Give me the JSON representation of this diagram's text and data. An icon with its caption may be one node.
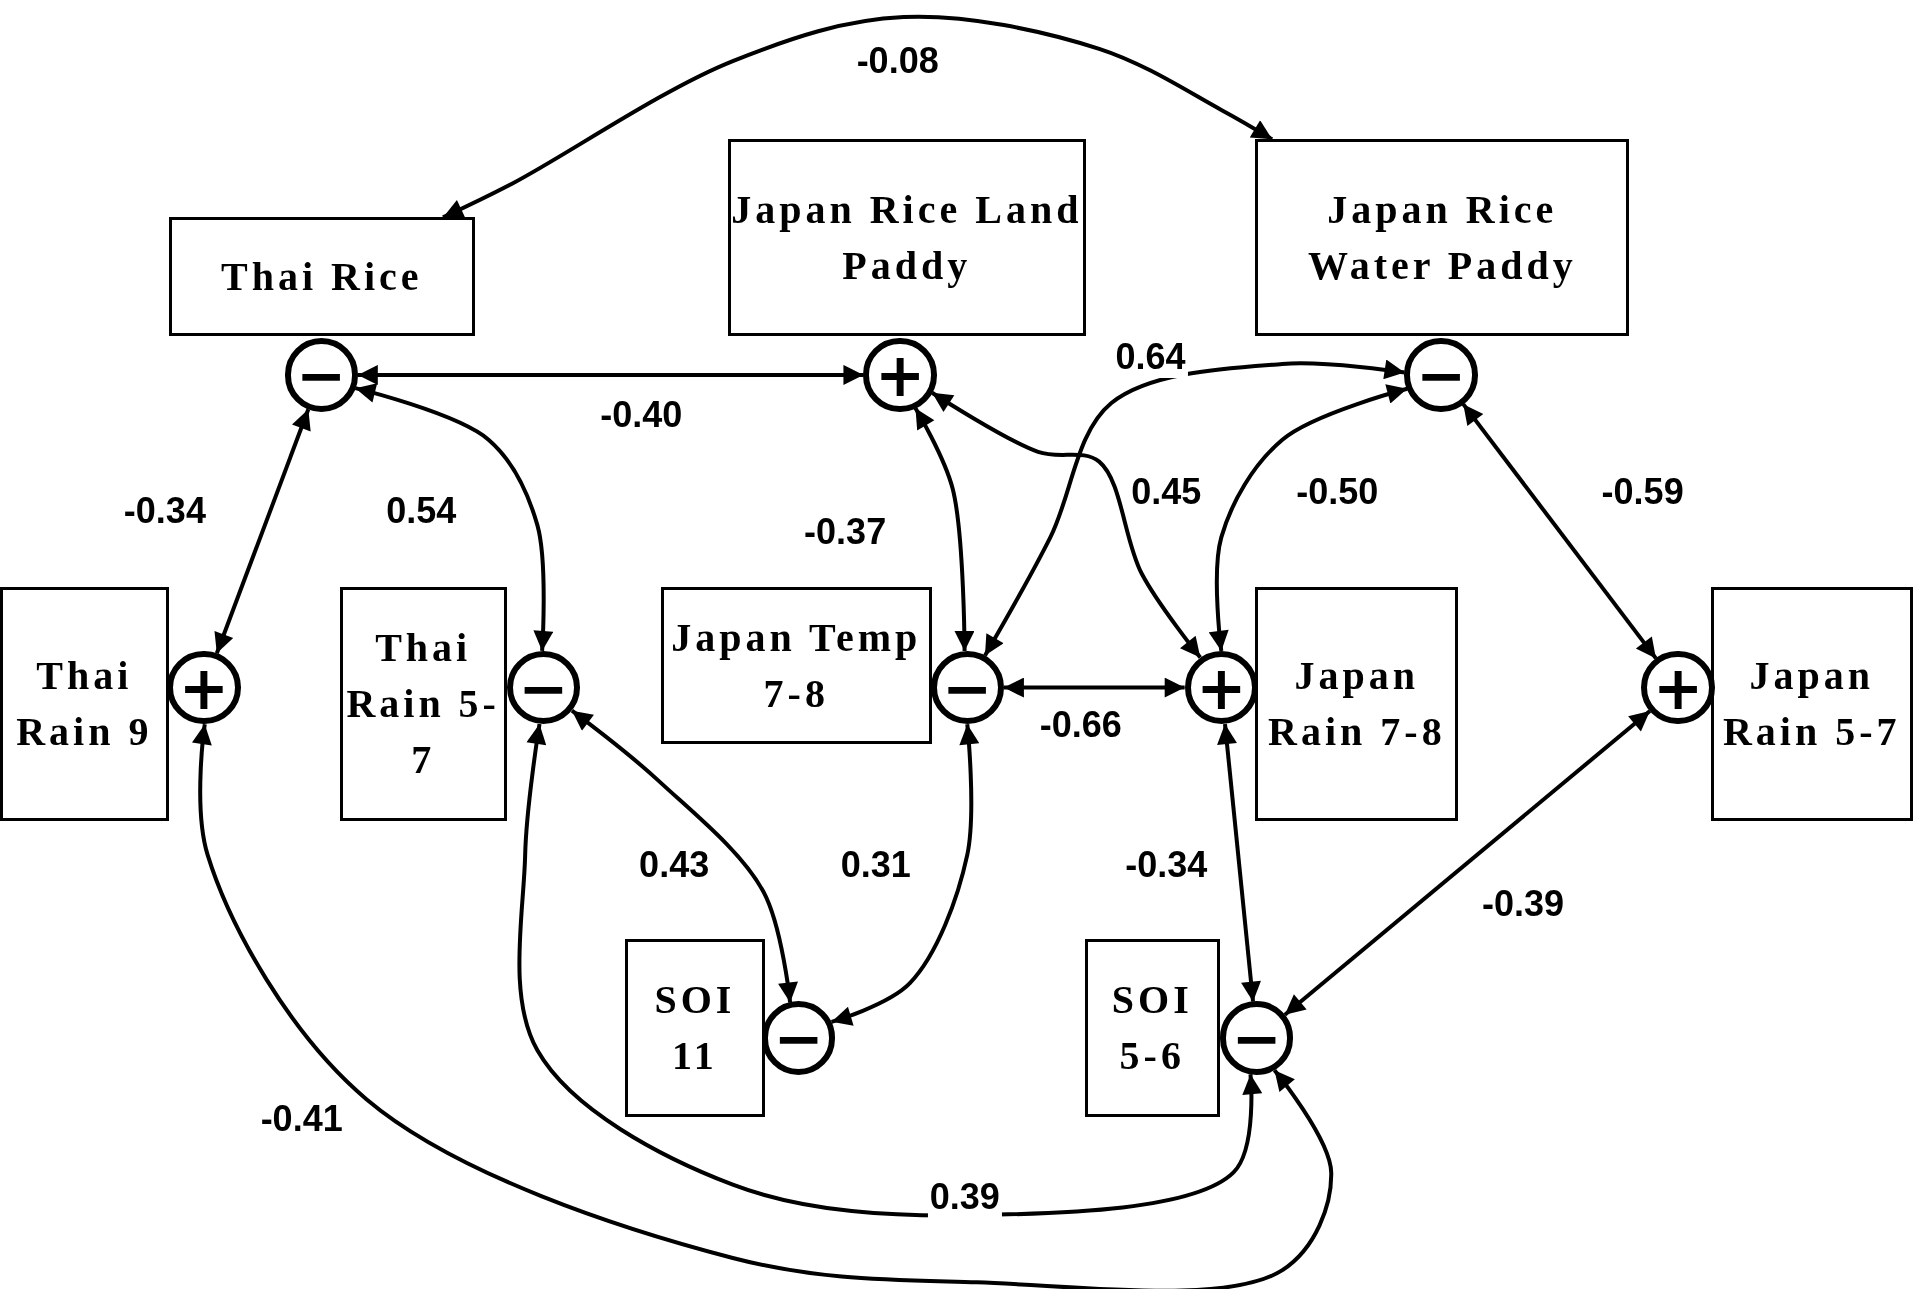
{
  "diagram": {
    "nodes": [
      {
        "text": [
          "Thai Rice"
        ]
      },
      {
        "text": [
          "−"
        ]
      },
      {
        "text": [
          "Japan Rice Land Paddy"
        ]
      },
      {
        "text": [
          "+"
        ]
      },
      {
        "text": [
          "Japan Rice Water Paddy"
        ]
      },
      {
        "text": [
          "−"
        ]
      },
      {
        "text": [
          "Thai Rain 9"
        ]
      },
      {
        "text": [
          "+"
        ]
      },
      {
        "text": [
          "Thai Rain 5-7"
        ]
      },
      {
        "text": [
          "−"
        ]
      },
      {
        "text": [
          "Japan Temp 7-8"
        ]
      },
      {
        "text": [
          "−"
        ]
      },
      {
        "text": [
          "Japan Rain 7-8"
        ]
      },
      {
        "text": [
          "+"
        ]
      },
      {
        "text": [
          "Japan Rain 5-7"
        ]
      },
      {
        "text": [
          "+"
        ]
      },
      {
        "text": [
          "SOI 11"
        ]
      },
      {
        "text": [
          "−"
        ]
      },
      {
        "text": [
          "SOI 5-6"
        ]
      },
      {
        "text": [
          "−"
        ]
      }
    ],
    "edges": [
      {
        "from": 0,
        "to": 4,
        "arrow": "both",
        "label": "-0.08"
      },
      {
        "from": 1,
        "to": 3,
        "arrow": "both",
        "label": "-0.40"
      },
      {
        "from": 1,
        "to": 7,
        "arrow": "both",
        "label": "-0.34"
      },
      {
        "from": 1,
        "to": 9,
        "arrow": "both",
        "label": "0.54"
      },
      {
        "from": 3,
        "to": 11,
        "arrow": "both",
        "label": "-0.37"
      },
      {
        "from": 3,
        "to": 13,
        "arrow": "both",
        "label": "0.45"
      },
      {
        "from": 5,
        "to": 11,
        "arrow": "both",
        "label": "0.64"
      },
      {
        "from": 5,
        "to": 13,
        "arrow": "both",
        "label": "-0.50"
      },
      {
        "from": 5,
        "to": 15,
        "arrow": "both",
        "label": "-0.59"
      },
      {
        "from": 11,
        "to": 13,
        "arrow": "both",
        "label": "-0.66"
      },
      {
        "from": 9,
        "to": 17,
        "arrow": "both",
        "label": "0.43"
      },
      {
        "from": 11,
        "to": 17,
        "arrow": "both",
        "label": "0.31"
      },
      {
        "from": 13,
        "to": 19,
        "arrow": "both",
        "label": "-0.34"
      },
      {
        "from": 15,
        "to": 19,
        "arrow": "both",
        "label": "-0.39"
      },
      {
        "from": 9,
        "to": 19,
        "arrow": "both",
        "label": "0.39"
      },
      {
        "from": 7,
        "to": 19,
        "arrow": "both",
        "label": "-0.41"
      }
    ]
  }
}
